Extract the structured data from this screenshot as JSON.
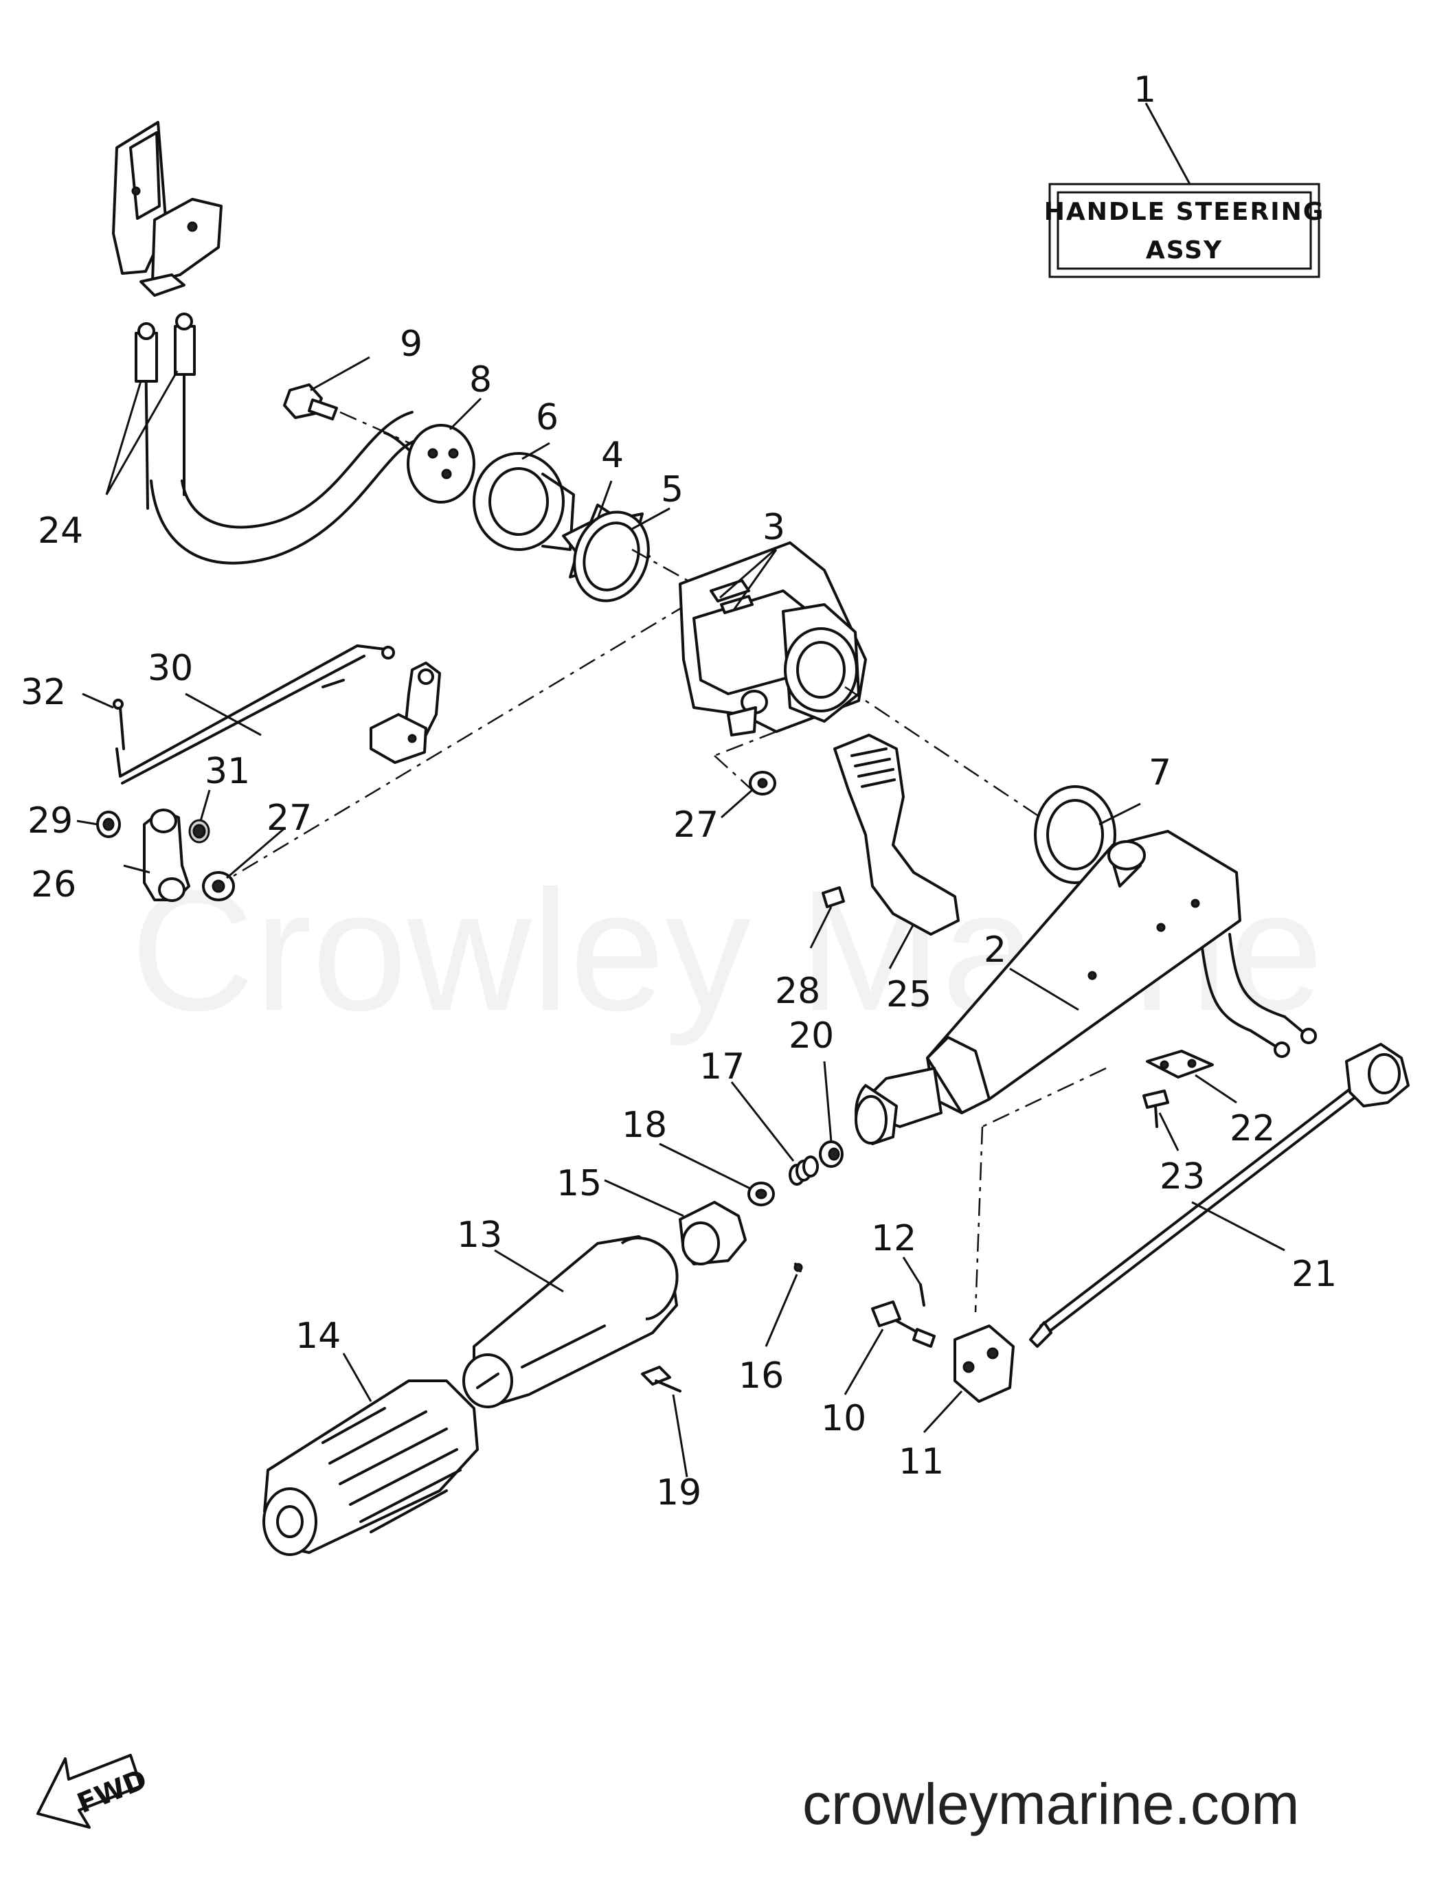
{
  "title_box": {
    "line1": "HANDLE STEERING",
    "line2": "ASSY"
  },
  "watermark": "Crowley Marine",
  "website": "crowleymarine.com",
  "direction_label": "FWD",
  "callouts": [
    "1",
    "2",
    "3",
    "4",
    "5",
    "6",
    "7",
    "8",
    "9",
    "10",
    "11",
    "12",
    "13",
    "14",
    "15",
    "16",
    "17",
    "18",
    "19",
    "20",
    "21",
    "22",
    "23",
    "24",
    "25",
    "26",
    "27",
    "28",
    "29",
    "30",
    "31",
    "32"
  ]
}
